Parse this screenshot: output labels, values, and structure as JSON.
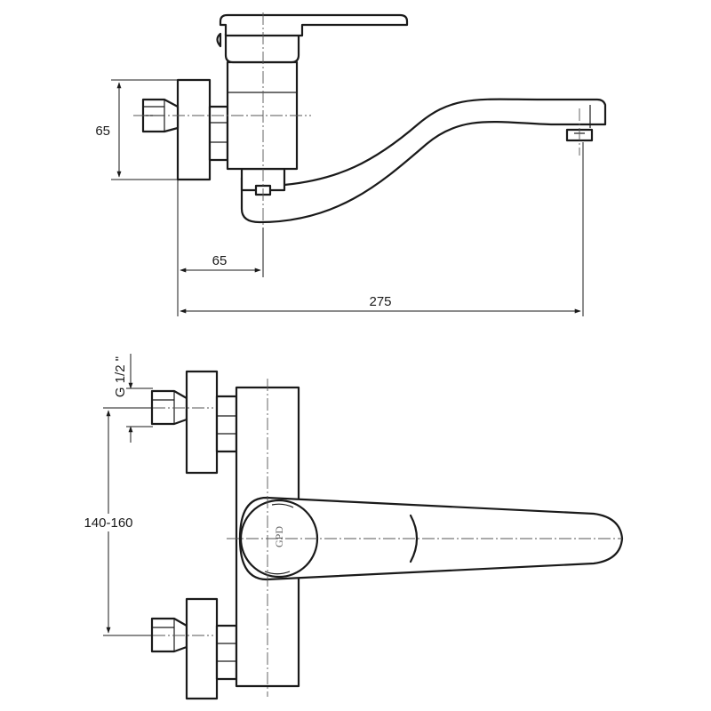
{
  "side_view": {
    "dim_height_label": "65",
    "dim_offset_label": "65",
    "dim_reach_label": "275"
  },
  "front_view": {
    "thread_label": "G 1/2 \"",
    "spacing_label": "140-160",
    "brand_logo": "GPD"
  }
}
